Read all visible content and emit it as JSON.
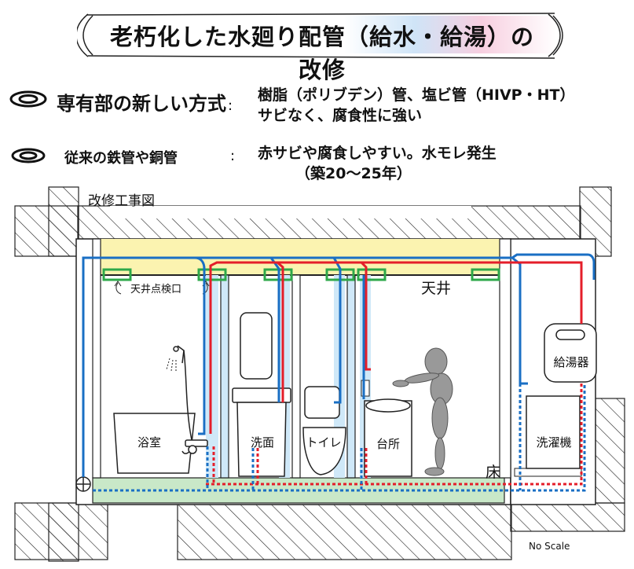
{
  "title": "老朽化した水廻り配管（給水・給湯）の改修",
  "legend": [
    {
      "heading": "専有部の新しい方式",
      "colon": ":",
      "lines": [
        "樹脂（ポリブデン）管、塩ビ管（HIVP・HT）",
        "サビなく、腐食性に強い"
      ]
    },
    {
      "heading": "従来の鉄管や銅管",
      "colon": ":",
      "lines": [
        "赤サビや腐食しやすい。水モレ発生",
        "（築20〜25年）"
      ]
    }
  ],
  "diagram": {
    "heading": "改修工事図",
    "ceiling_hatch_label": "天井点検口",
    "ceiling_label": "天井",
    "floor_label": "床",
    "rooms": {
      "bath": "浴室",
      "washbasin": "洗面",
      "toilet": "トイレ",
      "kitchen": "台所",
      "water_heater": "給湯器",
      "washing_machine": "洗濯機"
    },
    "scale_note": "No Scale"
  },
  "colors": {
    "cold_water_pipe": "#1a6fc4",
    "hot_water_pipe": "#e41e2a",
    "ceiling_space": "#fbf3b0",
    "floor_slab": "#c9e8c8",
    "inspection_hatch": "#2ea84a",
    "pipe_shaft": "#cfe8f8"
  }
}
